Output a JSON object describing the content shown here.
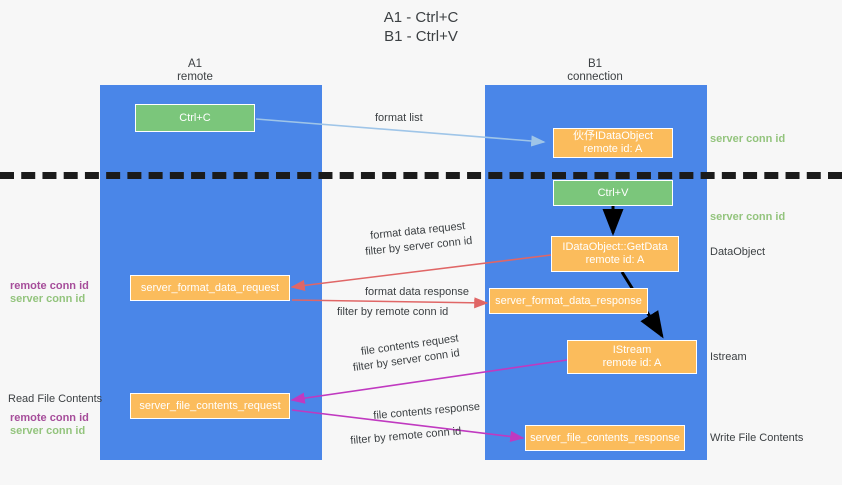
{
  "title": {
    "line1": "A1 - Ctrl+C",
    "line2": "B1 - Ctrl+V"
  },
  "columns": [
    {
      "name": "A1",
      "sub": "remote"
    },
    {
      "name": "B1",
      "sub": "connection"
    }
  ],
  "colors": {
    "lane": "#4a86e8",
    "green_box": "#7bc67b",
    "orange_box": "#fbbc5c",
    "background": "#f7f7f7",
    "server_conn_id": "#6aa84f",
    "remote_conn_id": "#a64d9a",
    "arrow_format_list": "#9fc5e8",
    "arrow_format_data": "#e06666",
    "arrow_file_contents": "#c039c0",
    "arrow_black": "#000000",
    "dashed_line": "#1b1b1b"
  },
  "boxes": {
    "ctrl_c": {
      "label": "Ctrl+C",
      "kind": "green"
    },
    "ctrl_v": {
      "label": "Ctrl+V",
      "kind": "green"
    },
    "idataobject": {
      "line1": "伙伃IDataObject",
      "line2": "remote id: A",
      "kind": "orange"
    },
    "getdata": {
      "line1": "IDataObject::GetData",
      "line2": "remote id: A",
      "kind": "orange"
    },
    "istream": {
      "line1": "IStream",
      "line2": "remote id: A",
      "kind": "orange"
    },
    "server_format_data_request": {
      "label": "server_format_data_request",
      "kind": "orange"
    },
    "server_format_data_response": {
      "label": "server_format_data_response",
      "kind": "orange"
    },
    "server_file_contents_request": {
      "label": "server_file_contents_request",
      "kind": "orange"
    },
    "server_file_contents_response": {
      "label": "server_file_contents_response",
      "kind": "orange"
    }
  },
  "edge_labels": {
    "format_list": "format list",
    "format_data_request": "format data request",
    "format_data_response": "format data response",
    "file_contents_request": "file contents request",
    "file_contents_response": "file contents response",
    "filter_by": "filter by ",
    "server_conn_id": "server conn id",
    "remote_conn_id": "remote conn id"
  },
  "right_annotations": [
    {
      "text": "server conn id",
      "style": "server"
    },
    {
      "text": "server conn id",
      "style": "server"
    },
    {
      "text": "DataObject",
      "style": "plain"
    },
    {
      "text": "Istream",
      "style": "plain"
    },
    {
      "text": "Write File Contents",
      "style": "plain"
    }
  ],
  "left_annotations": {
    "group1": [
      {
        "text": "remote conn id",
        "style": "remote"
      },
      {
        "text": "server conn id",
        "style": "server"
      }
    ],
    "read_file_contents": "Read File Contents",
    "group2": [
      {
        "text": "remote conn id",
        "style": "remote"
      },
      {
        "text": "server conn id",
        "style": "server"
      }
    ]
  }
}
